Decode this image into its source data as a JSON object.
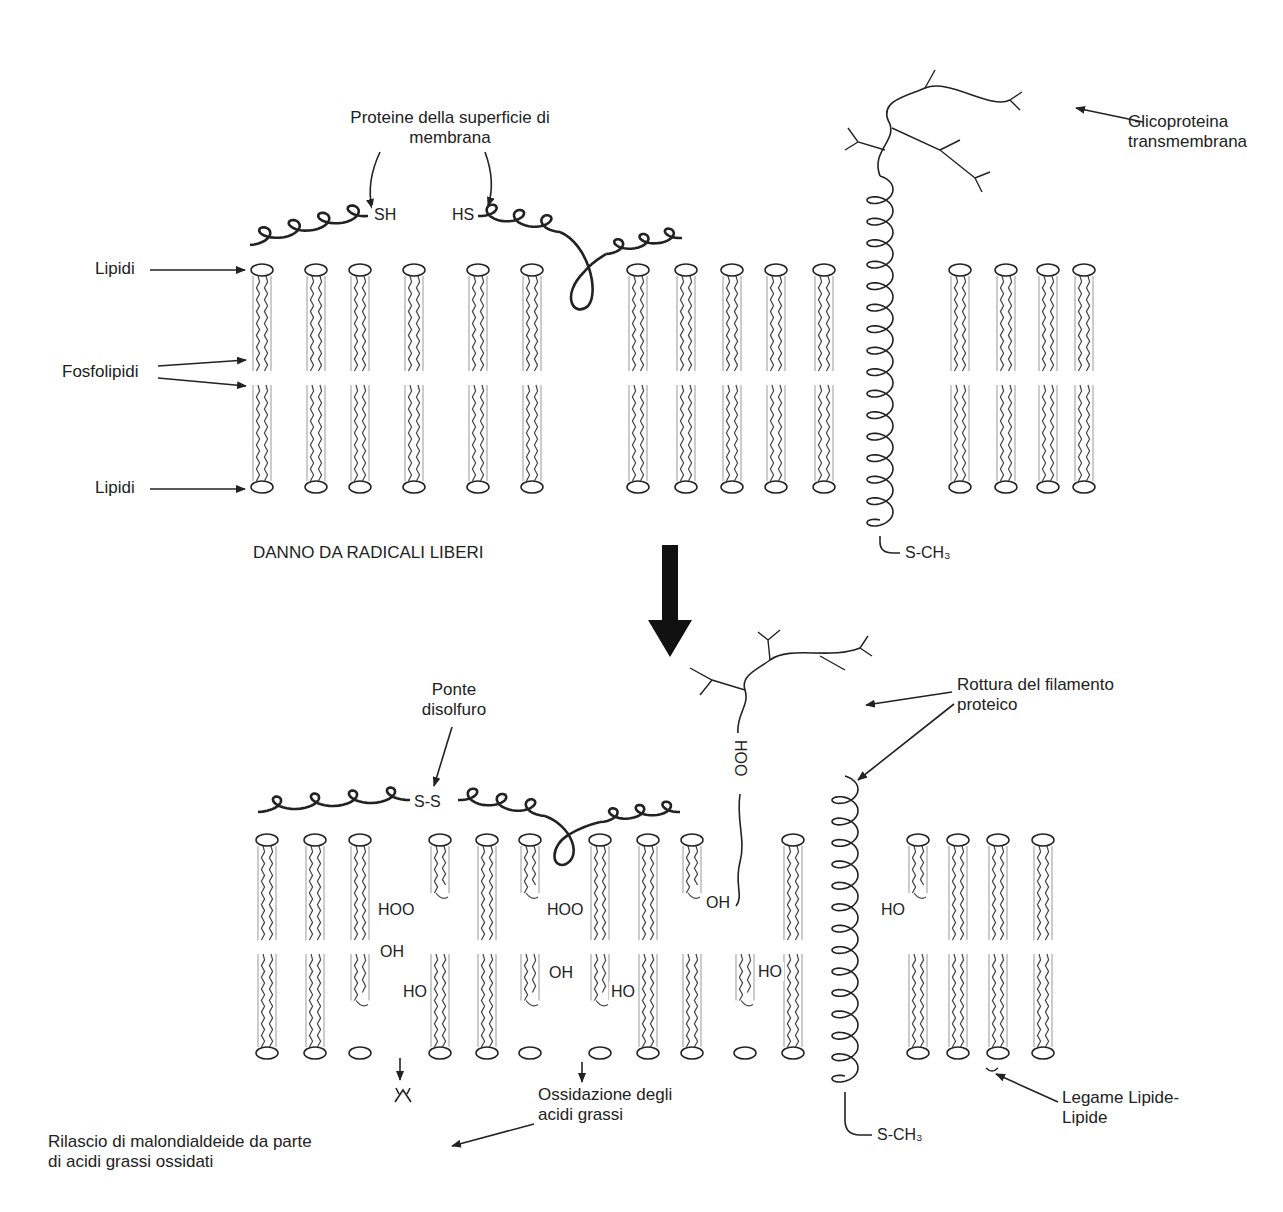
{
  "diagram": {
    "labels": [
      "Proteine della superficie di membrana",
      "Glicoproteina transmembrana",
      "Lipidi",
      "Fosfolipidi",
      "Lipidi",
      "SH",
      "HS",
      "S-CH₃",
      "DANNO DA RADICALI LIBERI",
      "Ponte disolfuro",
      "S-S",
      "Rottura del filamento proteico",
      "S-CH₃",
      "HOO",
      "HOO",
      "OH",
      "HOO",
      "HO",
      "OH",
      "HO",
      "OH",
      "HO",
      "HO",
      "Ossidazione degli acidi grassi",
      "Rilascio di malondialdeide da parte di acidi grassi ossidati",
      "Legame Lipide-Lipide"
    ]
  }
}
